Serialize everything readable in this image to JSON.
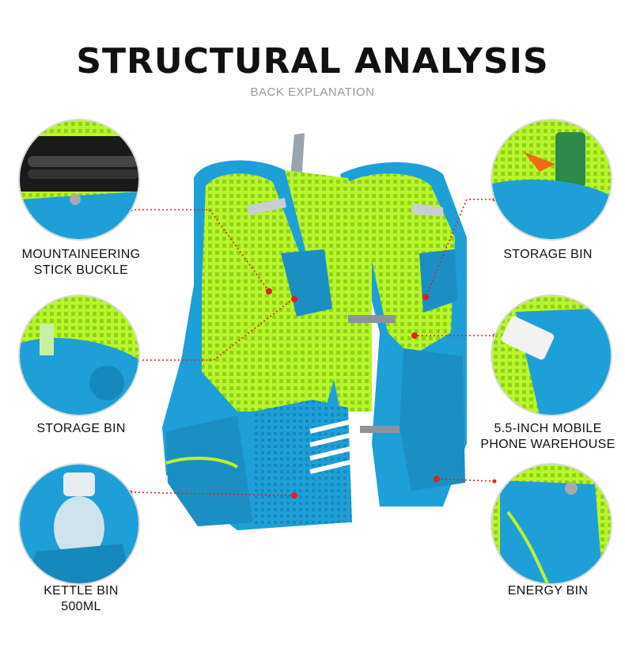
{
  "header": {
    "title": "STRUCTURAL ANALYSIS",
    "subtitle": "BACK EXPLANATION"
  },
  "callouts": {
    "mountaineering_stick_buckle": [
      "MOUNTAINEERING",
      "STICK BUCKLE"
    ],
    "storage_bin_left": [
      "STORAGE BIN"
    ],
    "kettle_bin": [
      "KETTLE BIN",
      "500ML"
    ],
    "storage_bin_right": [
      "STORAGE BIN"
    ],
    "phone_warehouse": [
      "5.5-INCH MOBILE",
      "PHONE WAREHOUSE"
    ],
    "energy_bin": [
      "ENERGY BIN"
    ]
  },
  "colors": {
    "vest_blue": "#1e9fd8",
    "mesh_green": "#b8f52a",
    "marker_red": "#e0201e",
    "leader_red": "#e0201e",
    "circle_border": "#d9d9d9"
  }
}
